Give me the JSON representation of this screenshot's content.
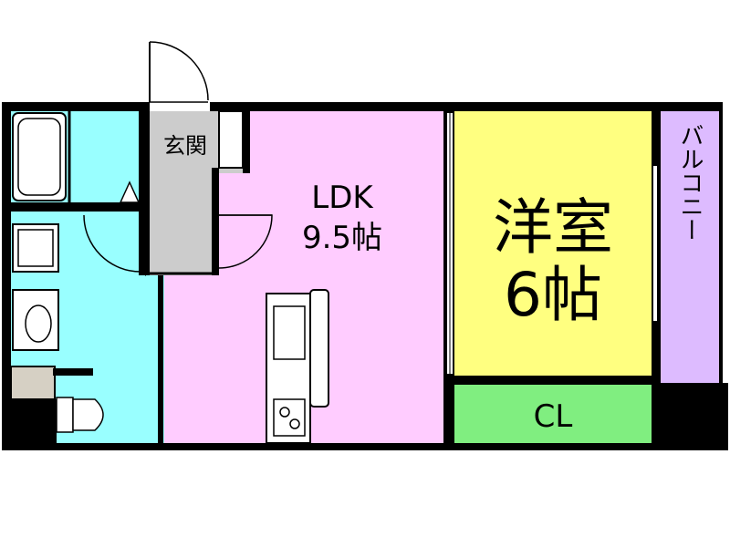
{
  "rooms": {
    "entrance": {
      "label": "玄関"
    },
    "ldk": {
      "label": "LDK",
      "size": "9.5帖"
    },
    "western_room": {
      "label": "洋室",
      "size": "6帖"
    },
    "closet": {
      "label": "CL"
    },
    "balcony": {
      "label": "バルコニー"
    }
  },
  "colors": {
    "wet_area": "#99ffff",
    "entrance": "#cccccc",
    "ldk": "#ffccff",
    "western_room": "#ffff80",
    "closet": "#80ee80",
    "balcony": "#ddbbff",
    "wall": "#000000",
    "storage": "#d6d0c4"
  }
}
